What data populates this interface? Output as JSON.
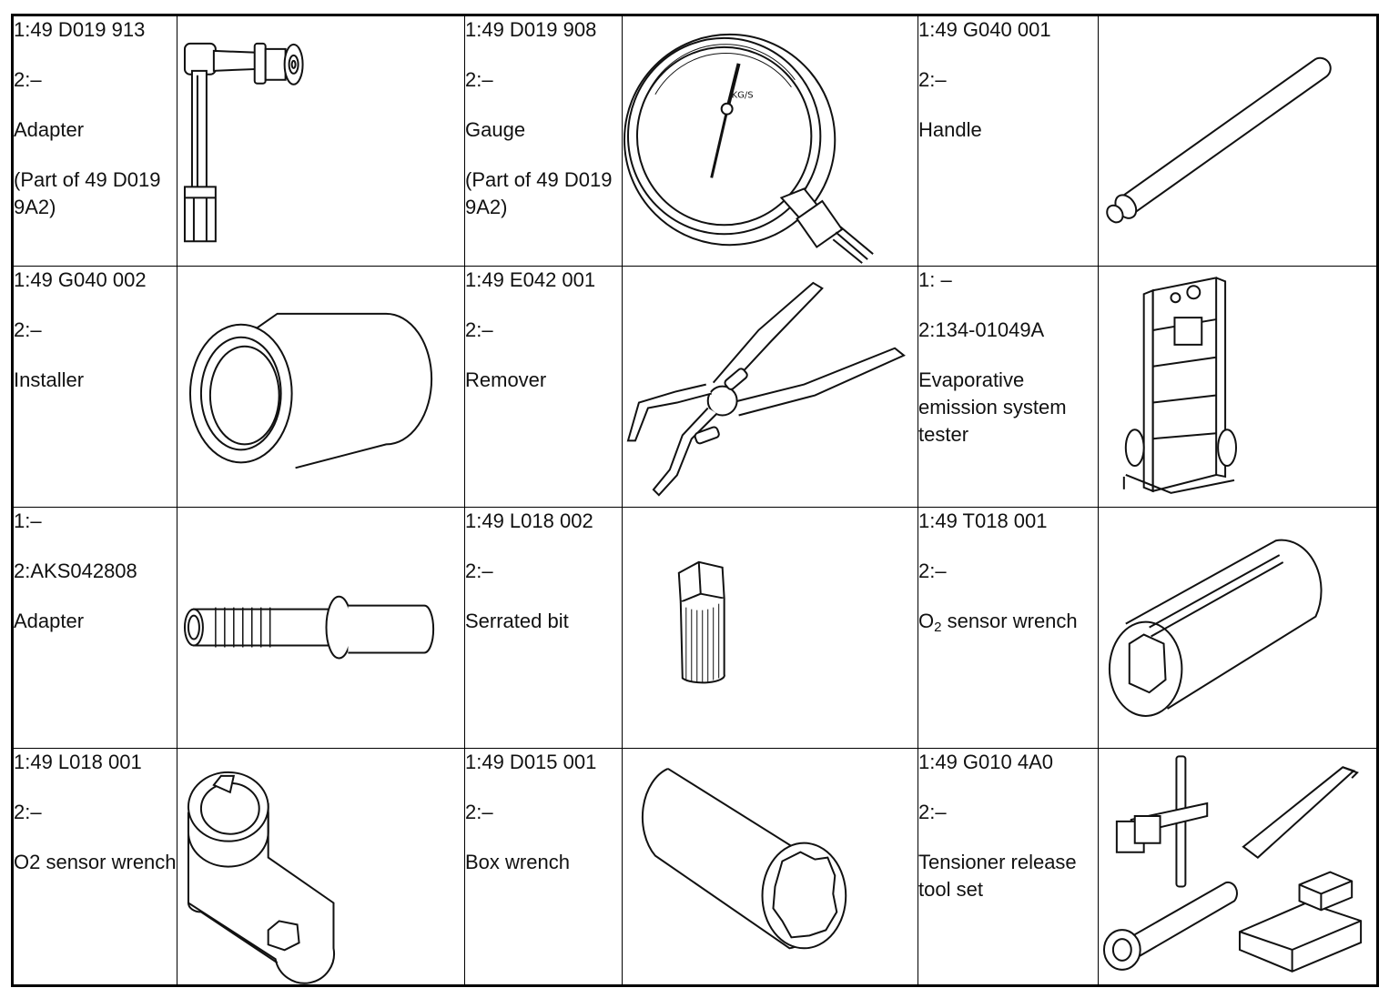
{
  "tools": [
    {
      "code": "1:49 D019 913",
      "alt": "2:–",
      "name": "Adapter",
      "note": "(Part of 49 D019 9A2)",
      "icon": "adapter-elbow-icon"
    },
    {
      "code": "1:49 D019 908",
      "alt": "2:–",
      "name": "Gauge",
      "note": "(Part of 49 D019 9A2)",
      "icon": "pressure-gauge-icon"
    },
    {
      "code": "1:49 G040 001",
      "alt": "2:–",
      "name": "Handle",
      "note": "",
      "icon": "handle-bar-icon"
    },
    {
      "code": "1:49 G040 002",
      "alt": "2:–",
      "name": "Installer",
      "note": "",
      "icon": "installer-ring-icon"
    },
    {
      "code": "1:49 E042 001",
      "alt": "2:–",
      "name": "Remover",
      "note": "",
      "icon": "pliers-icon"
    },
    {
      "code": "1: –",
      "alt": "2:134-01049A",
      "name": "Evaporative emission system tester",
      "note": "",
      "icon": "tester-cart-icon"
    },
    {
      "code": "1:–",
      "alt": "2:AKS042808",
      "name": "Adapter",
      "note": "",
      "icon": "threaded-adapter-icon"
    },
    {
      "code": "1:49 L018 002",
      "alt": "2:–",
      "name": "Serrated bit",
      "note": "",
      "icon": "serrated-bit-icon"
    },
    {
      "code": "1:49 T018 001",
      "alt": "2:–",
      "name": "O",
      "name_sub": "2",
      "name_rest": " sensor wrench",
      "note": "",
      "icon": "slotted-socket-icon"
    },
    {
      "code": "1:49 L018 001",
      "alt": "2:–",
      "name": "O2 sensor wrench",
      "note": "",
      "icon": "offset-wrench-icon"
    },
    {
      "code": "1:49 D015 001",
      "alt": "2:–",
      "name": "Box wrench",
      "note": "",
      "icon": "box-socket-icon"
    },
    {
      "code": "1:49 G010 4A0",
      "alt": "2:–",
      "name": "Tensioner release tool set",
      "note": "",
      "icon": "tensioner-toolset-icon"
    }
  ]
}
